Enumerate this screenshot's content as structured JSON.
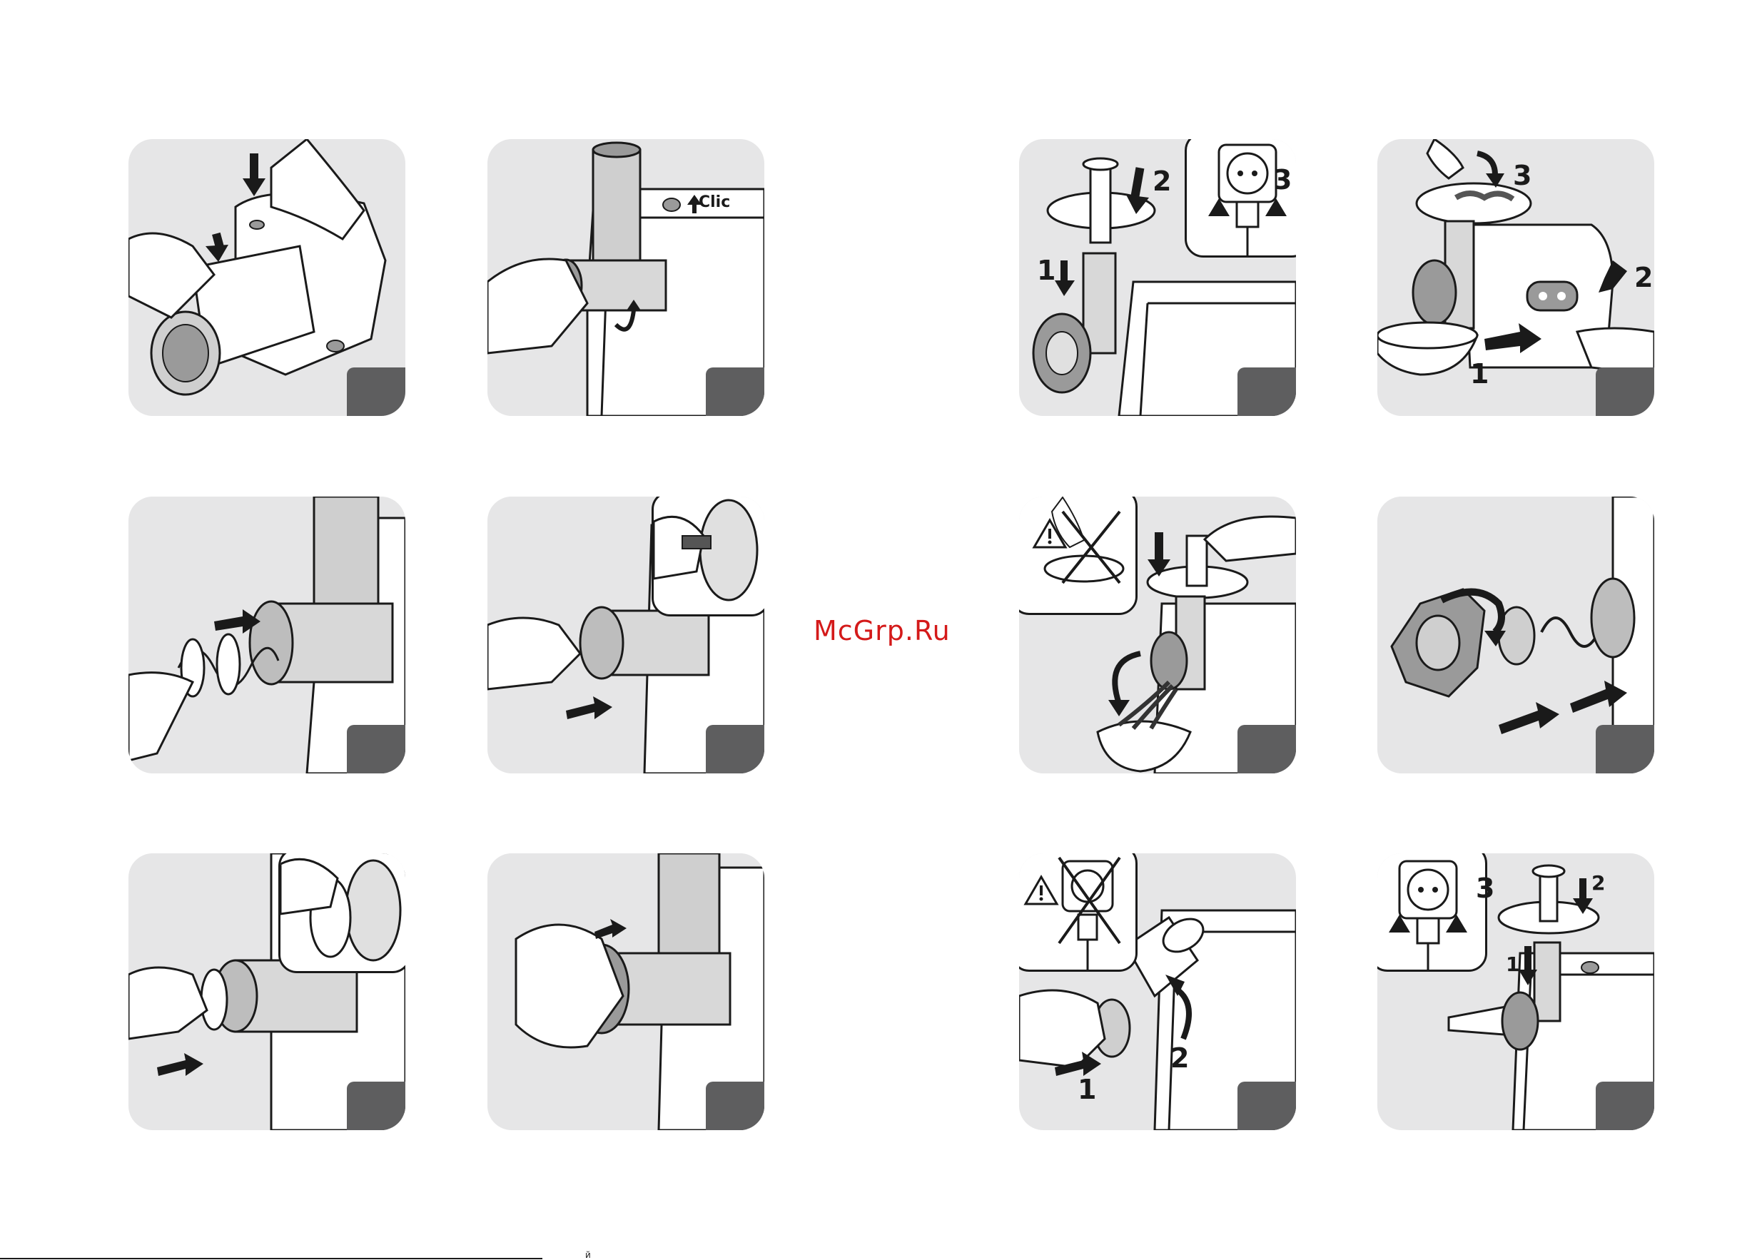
{
  "watermark": "McGrp.Ru",
  "labels": {
    "clic": "Clic",
    "n1": "1",
    "n2": "2",
    "n3": "3"
  },
  "footer_mark": "й",
  "colors": {
    "panel_bg": "#e6e6e7",
    "badge": "#5e5e5f",
    "watermark": "#d41a1a",
    "line": "#1a1a1a"
  },
  "icons": [
    "warning-triangle-icon",
    "socket-icon",
    "plug-icon",
    "arrow-icon",
    "cross-out-icon"
  ]
}
